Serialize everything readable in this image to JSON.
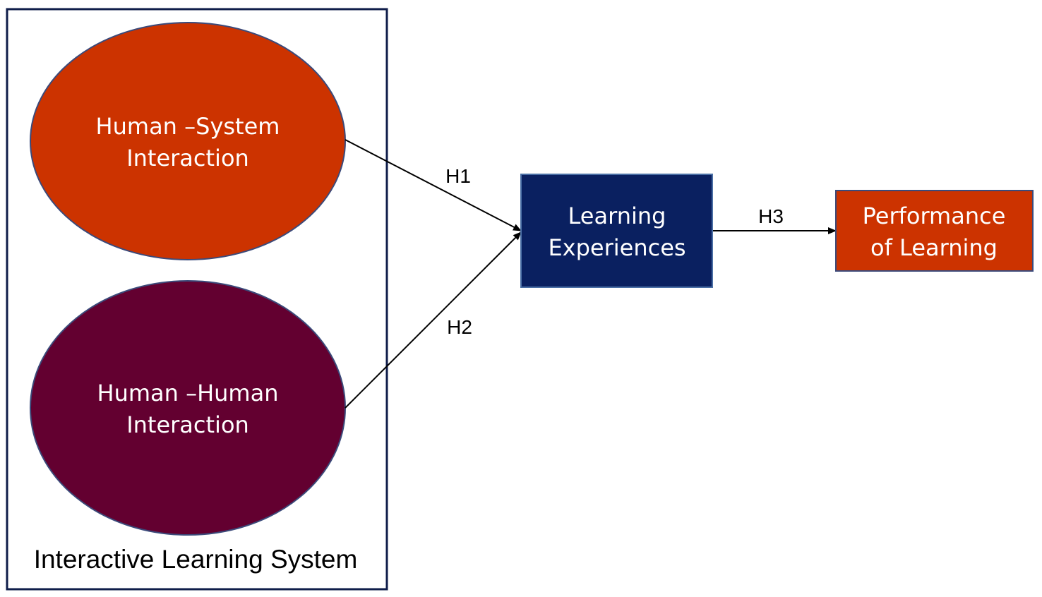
{
  "container": {
    "label": "Interactive Learning System",
    "border_color": "#0f1d4a"
  },
  "nodes": {
    "human_system": {
      "line1": "Human –System",
      "line2": "Interaction",
      "color": "#cc3300"
    },
    "human_human": {
      "line1": "Human –Human",
      "line2": "Interaction",
      "color": "#630030"
    },
    "learning_experiences": {
      "line1": "Learning",
      "line2": "Experiences",
      "color": "#0a2060"
    },
    "performance_of_learning": {
      "line1": "Performance",
      "line2": "of Learning",
      "color": "#cc3300"
    }
  },
  "edges": {
    "h1": {
      "label": "H1",
      "from": "Human –System Interaction",
      "to": "Learning Experiences"
    },
    "h2": {
      "label": "H2",
      "from": "Human –Human Interaction",
      "to": "Learning Experiences"
    },
    "h3": {
      "label": "H3",
      "from": "Learning Experiences",
      "to": "Performance of Learning"
    }
  }
}
